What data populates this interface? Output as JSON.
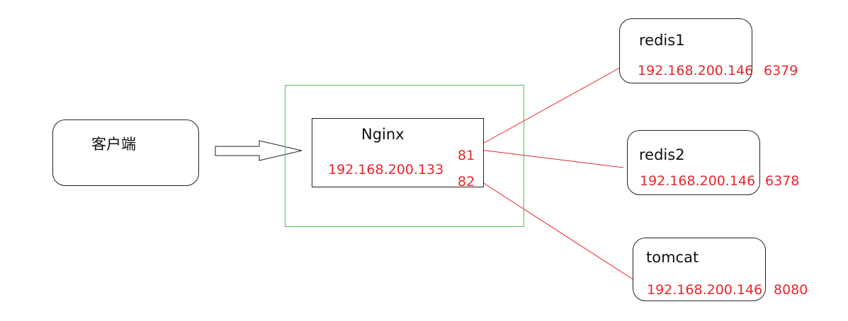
{
  "client": {
    "label": "客户端"
  },
  "nginx": {
    "title": "Nginx",
    "ip": "192.168.200.133",
    "port_a": "81",
    "port_b": "82"
  },
  "servers": [
    {
      "name": "redis1",
      "ip": "192.168.200.146",
      "port": "6379"
    },
    {
      "name": "redis2",
      "ip": "192.168.200.146",
      "port": "6378"
    },
    {
      "name": "tomcat",
      "ip": "192.168.200.146",
      "port": "8080"
    }
  ],
  "colors": {
    "line": "#e8262b",
    "proxy_frame": "#5cb85c",
    "text_red": "#e8262b",
    "border": "#222222"
  }
}
